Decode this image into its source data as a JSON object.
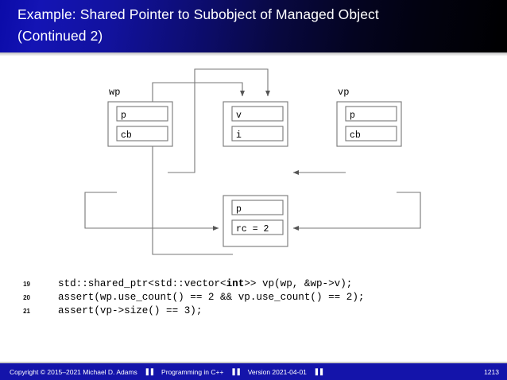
{
  "slide": {
    "title_lines": [
      "Example: Shared Pointer to Subobject of Managed Object",
      "(Continued 2)"
    ],
    "accent_color": "#1414aa",
    "title_gradient_from": "#0b0ba8",
    "title_gradient_to": "#000000"
  },
  "diagram": {
    "type": "pointer-object-diagram",
    "labels": {
      "wp": "wp",
      "vp": "vp"
    },
    "boxes": [
      {
        "id": "wp-object",
        "label": "wp",
        "fields": [
          "p",
          "cb"
        ]
      },
      {
        "id": "managed-object",
        "label": "",
        "fields": [
          "v",
          "i"
        ]
      },
      {
        "id": "vp-object",
        "label": "vp",
        "fields": [
          "p",
          "cb"
        ]
      },
      {
        "id": "control-block",
        "label": "",
        "fields": [
          "p",
          "rc = 2"
        ]
      }
    ],
    "field_texts": {
      "wp_p": "p",
      "wp_cb": "cb",
      "obj_v": "v",
      "obj_i": "i",
      "vp_p": "p",
      "vp_cb": "cb",
      "cb_p": "p",
      "cb_rc": "rc = 2"
    }
  },
  "code": {
    "lines": [
      {
        "number": "19",
        "pre": "std::shared_ptr<std::vector<",
        "bold": "int",
        "post": ">> vp(wp, &wp->v);"
      },
      {
        "number": "20",
        "pre": "assert(wp.use_count() == 2 && vp.use_count() == 2);",
        "bold": "",
        "post": ""
      },
      {
        "number": "21",
        "pre": "assert(vp->size() == 3);",
        "bold": "",
        "post": ""
      }
    ]
  },
  "footer": {
    "copyright": "Copyright © 2015–2021 Michael D. Adams",
    "course": "Programming in C++",
    "version": "Version 2021-04-01",
    "separator": "❚❚",
    "page": "1213"
  }
}
